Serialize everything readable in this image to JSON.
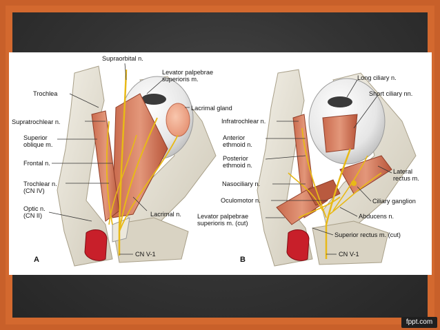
{
  "panel_a": {
    "letter": "A",
    "labels": {
      "supraorbital": "Supraorbital n.",
      "levator": "Levator palpebrae\nsuperioris m.",
      "trochlea": "Trochlea",
      "lacrimal_gland": "Lacrimal gland",
      "supratrochlear": "Supratrochlear n.",
      "superior_oblique": "Superior\noblique m.",
      "frontal": "Frontal n.",
      "trochlear": "Trochlear n.\n(CN IV)",
      "optic": "Optic n.\n(CN II)",
      "lacrimal_n": "Lacrimal n.",
      "cn_v1": "CN V-1"
    }
  },
  "panel_b": {
    "letter": "B",
    "labels": {
      "long_ciliary": "Long ciliary n.",
      "short_ciliary": "Short ciliary nn.",
      "infratrochlear": "Infratrochlear n.",
      "anterior_ethmoid": "Anterior\nethmoid n.",
      "posterior_ethmoid": "Posterior\nethmoid n.",
      "lateral_rectus": "Lateral\nrectus m.",
      "nasociliary": "Nasociliary n.",
      "oculomotor": "Oculomotor n.",
      "ciliary_ganglion": "Ciliary ganglion",
      "levator_cut": "Levator palpebrae\nsuperioris m. (cut)",
      "abducens": "Abducens n.",
      "superior_rectus_cut": "Superior rectus m. (cut)",
      "cn_v1": "CN V-1"
    }
  },
  "footer": {
    "brand": "fppt.com"
  }
}
